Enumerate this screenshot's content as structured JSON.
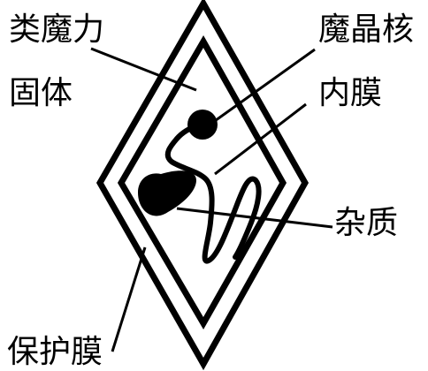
{
  "labels": {
    "quasi_magic_solid": "类魔力\n固体",
    "magic_crystal_core": "魔晶核",
    "inner_membrane": "内膜",
    "impurities": "杂质",
    "protective_membrane": "保护膜"
  },
  "colors": {
    "stroke": "#000000",
    "background": "#ffffff"
  }
}
